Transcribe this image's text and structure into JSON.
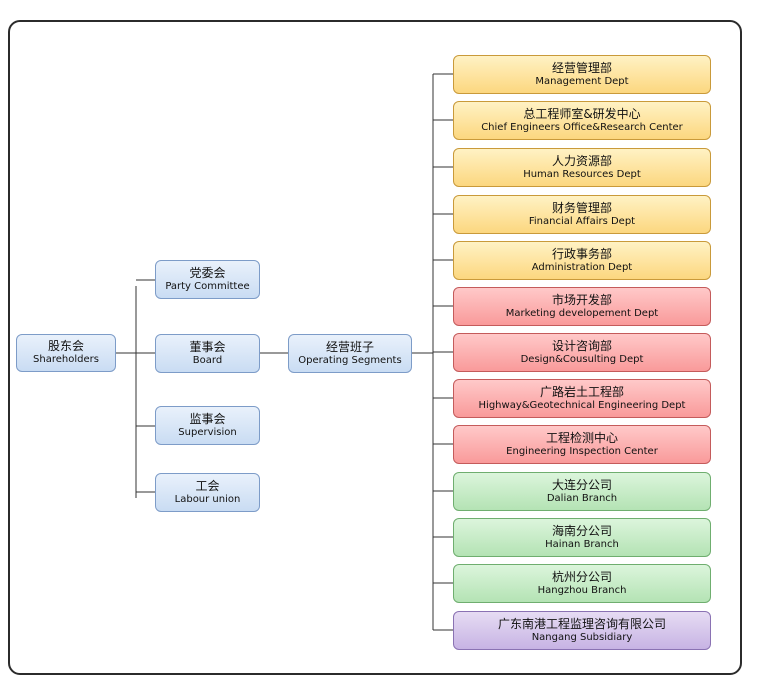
{
  "root": {
    "zh": "股东会",
    "en": "Shareholders"
  },
  "middle": [
    {
      "zh": "党委会",
      "en": "Party  Committee"
    },
    {
      "zh": "董事会",
      "en": "Board"
    },
    {
      "zh": "监事会",
      "en": "Supervision"
    },
    {
      "zh": "工会",
      "en": "Labour union"
    }
  ],
  "operating": {
    "zh": "经营班子",
    "en": "Operating Segments"
  },
  "departments": [
    {
      "zh": "经营管理部",
      "en": "Management Dept",
      "group": "admin"
    },
    {
      "zh": "总工程师室&研发中心",
      "en": "Chief Engineers Office&Research Center",
      "group": "admin"
    },
    {
      "zh": "人力资源部",
      "en": "Human Resources Dept",
      "group": "admin"
    },
    {
      "zh": "财务管理部",
      "en": "Financial Affairs Dept",
      "group": "admin"
    },
    {
      "zh": "行政事务部",
      "en": "Administration Dept",
      "group": "admin"
    },
    {
      "zh": "市场开发部",
      "en": "Marketing developement Dept",
      "group": "business"
    },
    {
      "zh": "设计咨询部",
      "en": "Design&Cousulting Dept",
      "group": "business"
    },
    {
      "zh": "广路岩土工程部",
      "en": "Highway&Geotechnical Engineering Dept",
      "group": "business"
    },
    {
      "zh": "工程检测中心",
      "en": "Engineering Inspection Center",
      "group": "business"
    },
    {
      "zh": "大连分公司",
      "en": "Dalian Branch",
      "group": "branch"
    },
    {
      "zh": "海南分公司",
      "en": "Hainan Branch",
      "group": "branch"
    },
    {
      "zh": "杭州分公司",
      "en": "Hangzhou Branch",
      "group": "branch"
    },
    {
      "zh": "广东南港工程监理咨询有限公司",
      "en": "Nangang Subsidiary",
      "group": "subsidiary"
    }
  ],
  "colors": {
    "blue": "#c9dcf3",
    "admin": "#fcd77f",
    "business": "#f99a9a",
    "branch": "#b4e3b4",
    "subsidiary": "#c7b3e4",
    "connector": "#333333"
  }
}
